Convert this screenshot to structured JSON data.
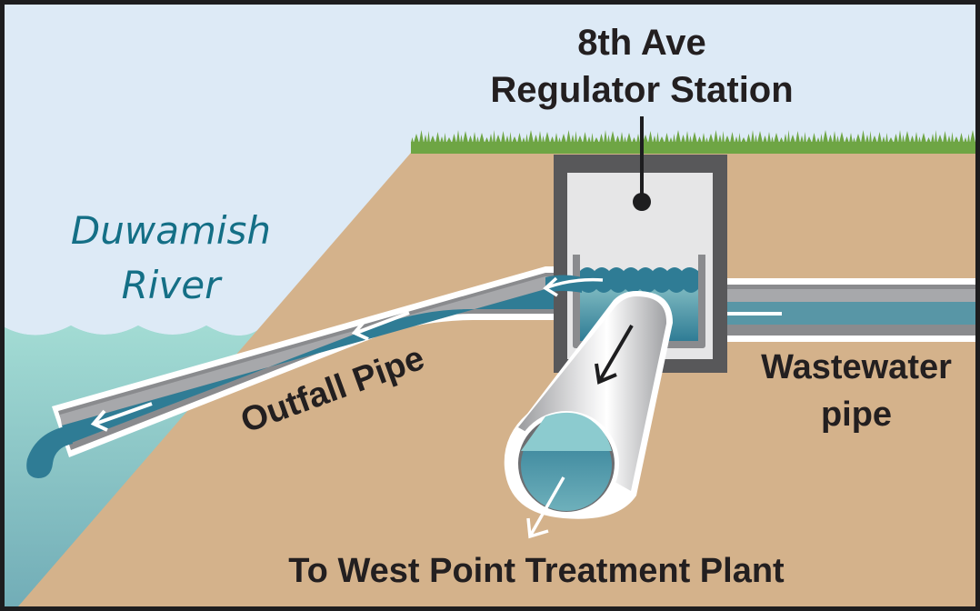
{
  "diagram": {
    "title_line1": "8th Ave",
    "title_line2": "Regulator Station",
    "river_line1": "Duwamish",
    "river_line2": "River",
    "outfall_label": "Outfall Pipe",
    "wastewater_line1": "Wastewater",
    "wastewater_line2": "pipe",
    "treatment_label": "To West Point Treatment Plant"
  },
  "colors": {
    "sky": "#ddeaf6",
    "soil": "#d4b28b",
    "grass": "#6ea544",
    "river_top": "#a3dcd4",
    "river_bottom": "#74b1b9",
    "water": "#2f7c95",
    "pipe_gray": "#a7a8ab",
    "station_wall": "#58585a",
    "station_inner": "#e6e6e7",
    "text_dark": "#231f20",
    "text_river": "#146f86",
    "border": "#1d1d1f"
  },
  "icons": [
    "flow-arrow-icon",
    "wave-icon",
    "grass-icon",
    "callout-dot-icon"
  ]
}
